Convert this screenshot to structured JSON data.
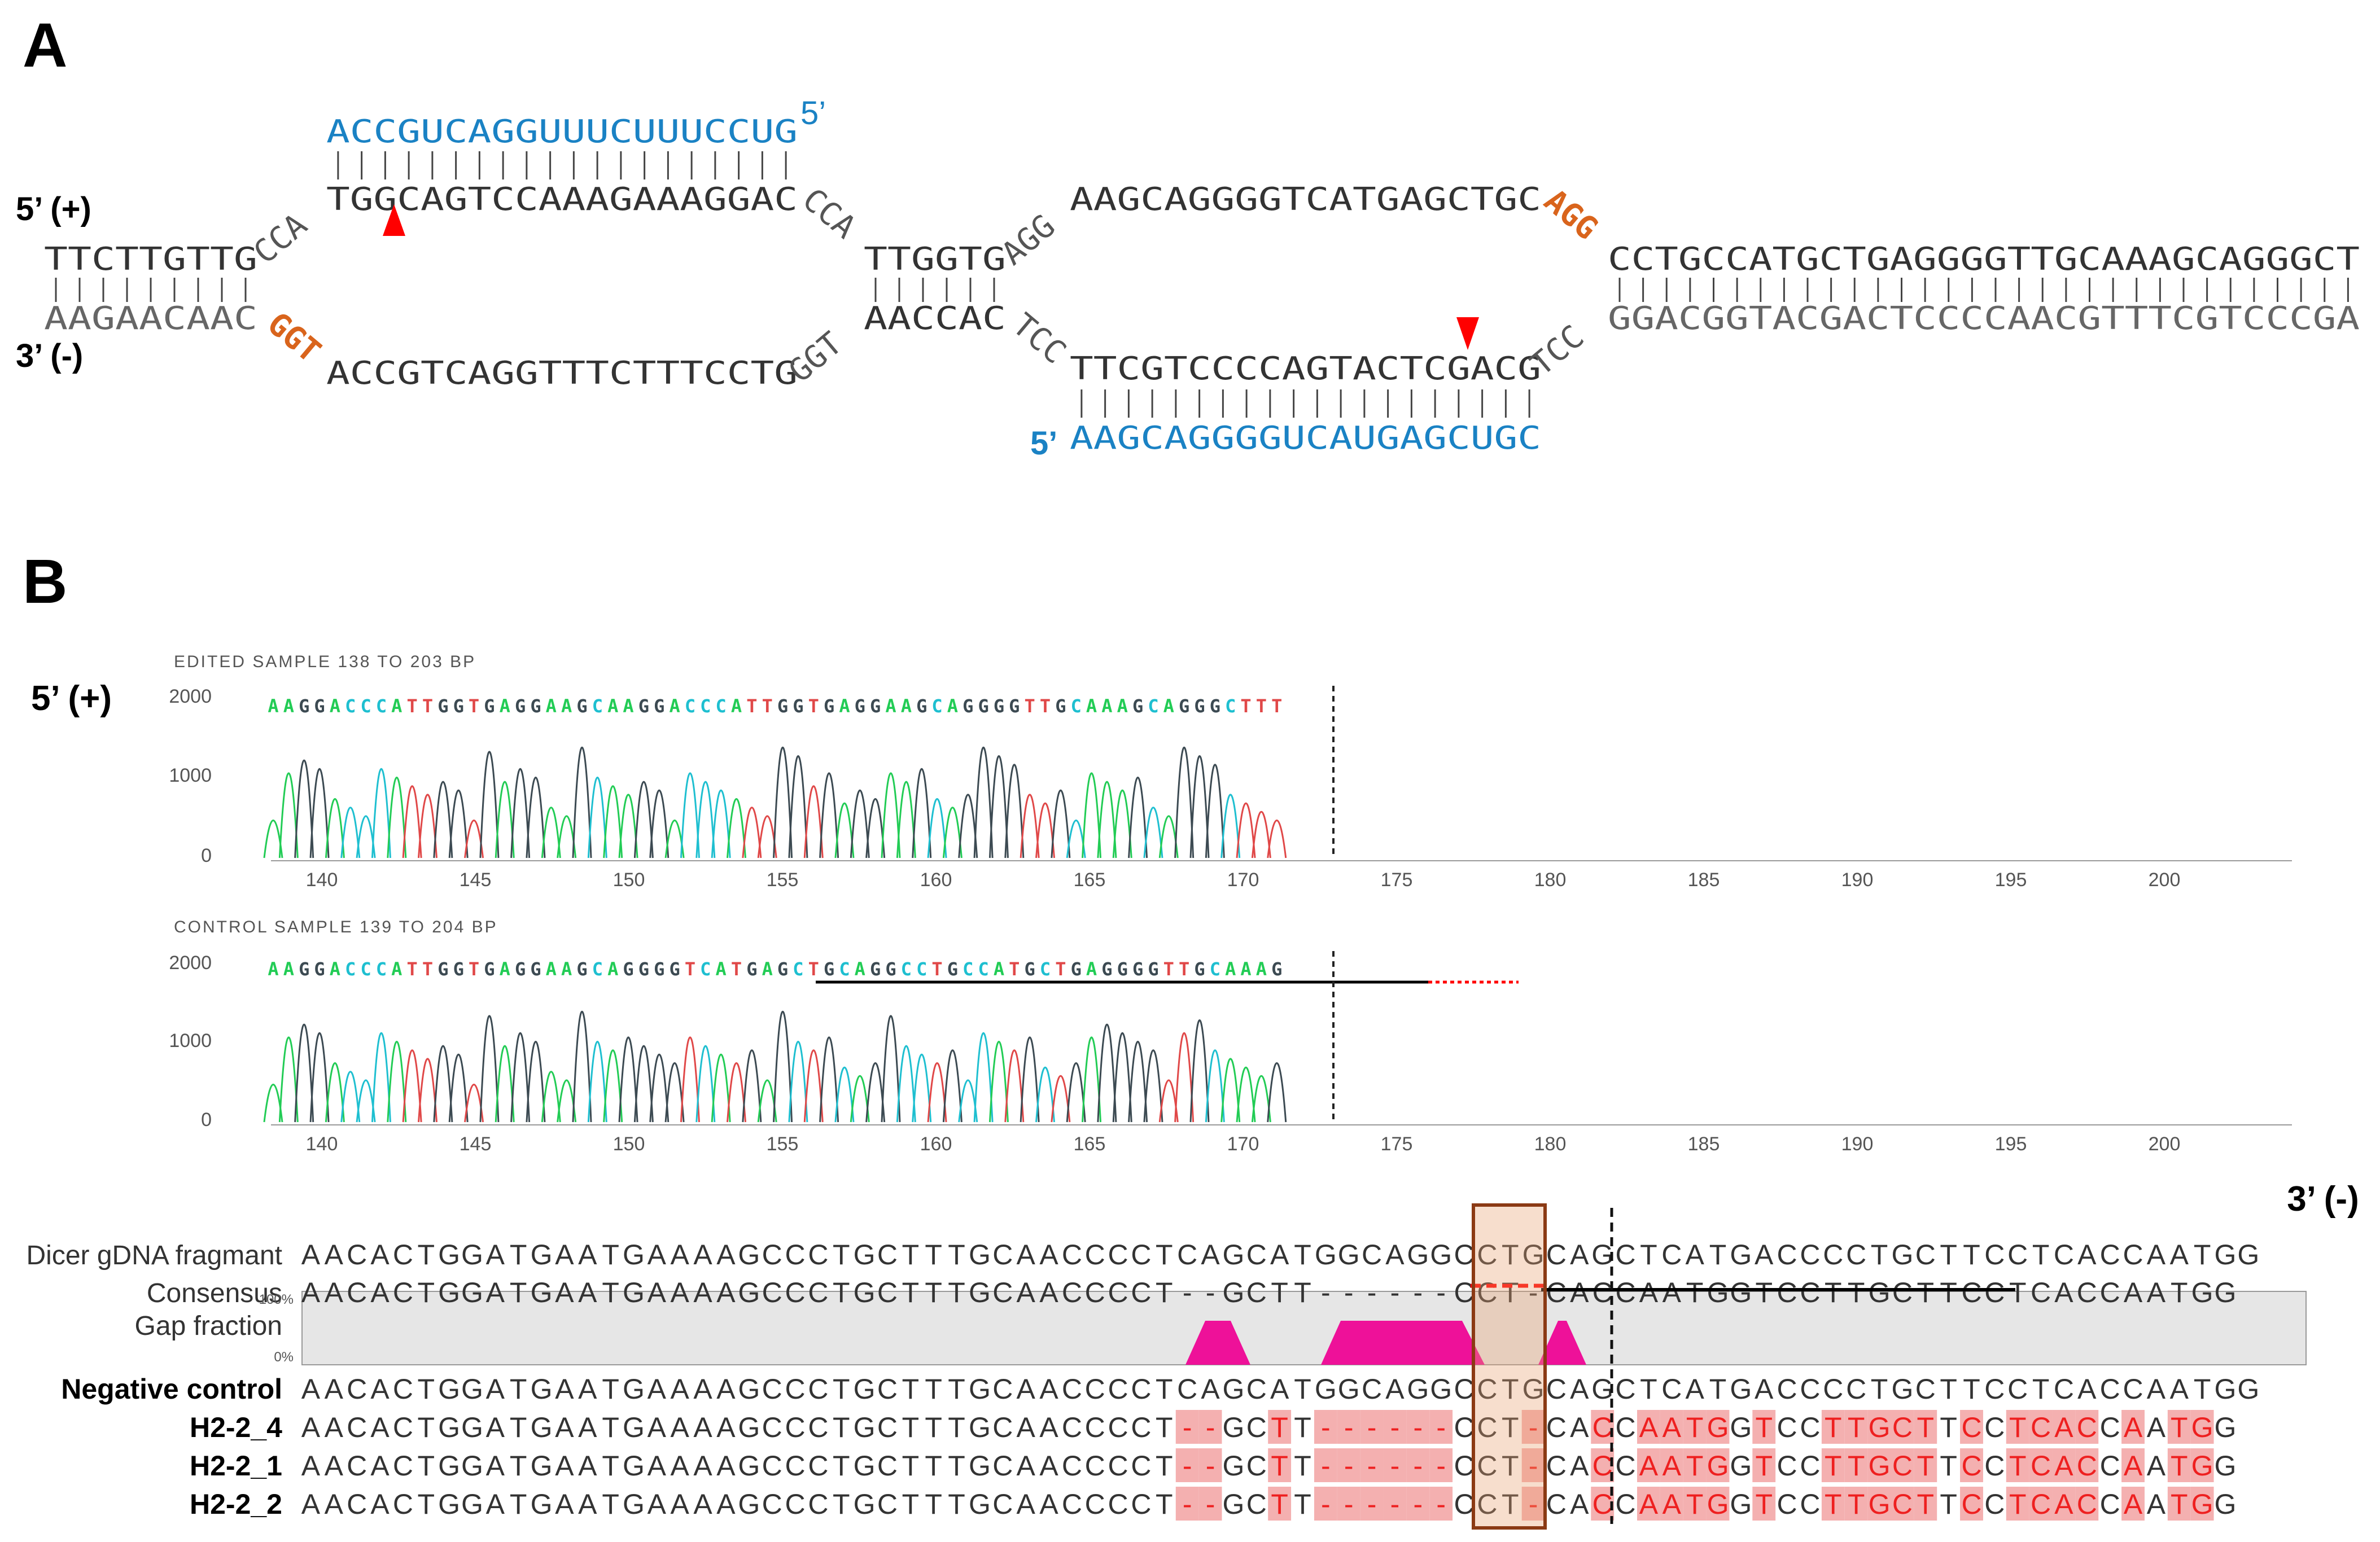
{
  "colors": {
    "blue": "#1a82c4",
    "orange": "#d9641c",
    "red_marker": "#ff0000",
    "seq_A": "#22cc55",
    "seq_C": "#1ebfd0",
    "seq_G": "#3c4a52",
    "seq_T": "#e04848",
    "gap_pink": "#ee1199",
    "box_brown": "#8b3a14",
    "mismatch_pink": "#f4b0b0"
  },
  "panelA": {
    "label": "A",
    "strand_plus": "5’ (+)",
    "strand_minus": "3’ (-)",
    "guide1_rna": "ACCGUCAGGUUUCUUUCCUG",
    "guide1_5prime": "5’",
    "guide2_5prime": "5’",
    "guide2_rna": "AAGCAGGGGUCAUGAGCUGC",
    "plus_seg1": "TTCTTGTTG",
    "plus_cca1": "CCA",
    "plus_protospacer1": "TGGCAGTCCAAAGAAAGGAC",
    "plus_cca2": "CCA",
    "plus_seg2": "TTGGTG",
    "plus_agg1": "AGG",
    "plus_protospacer2": "AAGCAGGGGTCATGAGCTGC",
    "plus_pam": "AGG",
    "plus_seg3": "CCTGCCATGCTGAGGGGTTGCAAAGCAGGGCT",
    "minus_seg1": "AAGAACAAC",
    "minus_pam": "GGT",
    "minus_target1": "ACCGTCAGGTTTCTTTCCTG",
    "minus_ggt": "GGT",
    "minus_seg2": "AACCAC",
    "minus_tcc1": "TCC",
    "minus_target2": "TTCGTCCCCAGTACTCGACG",
    "minus_tcc2": "TCC",
    "minus_seg3": "GGACGGTACGACTCCCCAACGTTTCGTCCCGA"
  },
  "panelB": {
    "label": "B",
    "strand_plus": "5’ (+)",
    "strand_minus": "3’ (-)",
    "chrom1": {
      "title": "EDITED SAMPLE 138 TO 203 BP",
      "sequence": "AAGGACCCATTGGTGAGGAAGCAAGGACCCATTGGTGAGGAAGCAGGGGTTGCAAAGCAGGGCTTT",
      "yticks": [
        "2000",
        "1000",
        "0"
      ],
      "xticks": [
        "140",
        "145",
        "150",
        "155",
        "160",
        "165",
        "170",
        "175",
        "180",
        "185",
        "190",
        "195",
        "200"
      ]
    },
    "chrom2": {
      "title": "CONTROL SAMPLE 139 TO 204 BP",
      "sequence": "AAGGACCCATTGGTGAGGAAGCAGGGGTCATGAGCTGCAGGCCTGCCATGCTGAGGGGTTGCAAAG",
      "yticks": [
        "2000",
        "1000",
        "0"
      ],
      "xticks": [
        "140",
        "145",
        "150",
        "155",
        "160",
        "165",
        "170",
        "175",
        "180",
        "185",
        "190",
        "195",
        "200"
      ]
    },
    "alignment": {
      "rows_top": [
        {
          "label": "Dicer gDNA fragmant",
          "seq": "AACACTGGATGAATGAAAAGCCCTGCTTTGCAACCCCTCAGCATGGCAGGCCTGCAGCTCATGACCCCTGCTTCCTCACCAATGG"
        },
        {
          "label": "Consensus",
          "seq": "AACACTGGATGAATGAAAAGCCCTGCTTTGCAACCCCT--GCTT------CCT-CACCAATGGTCCTTGCTTCCTCACCAATGG"
        }
      ],
      "gap_label": "Gap fraction",
      "gap_100": "100%",
      "gap_0": "0%",
      "rows_bottom": [
        {
          "label": "Negative control",
          "seq": "AACACTGGATGAATGAAAAGCCCTGCTTTGCAACCCCTCAGCATGGCAGGCCTGCAGCTCATGACCCCTGCTTCCTCACCAATGG"
        },
        {
          "label": "H2-2_4",
          "seq": "AACACTGGATGAATGAAAAGCCCTGCTTTGCAACCCCT--GCTT------CCT-CACCAATGGTCCTTGCTTCCTCACCAATGG"
        },
        {
          "label": "H2-2_1",
          "seq": "AACACTGGATGAATGAAAAGCCCTGCTTTGCAACCCCT--GCTT------CCT-CACCAATGGTCCTTGCTTCCTCACCAATGG"
        },
        {
          "label": "H2-2_2",
          "seq": "AACACTGGATGAATGAAAAGCCCTGCTTTGCAACCCCT--GCTT------CCT-CACCAATGGTCCTTGCTTCCTCACCAATGG"
        }
      ]
    }
  }
}
